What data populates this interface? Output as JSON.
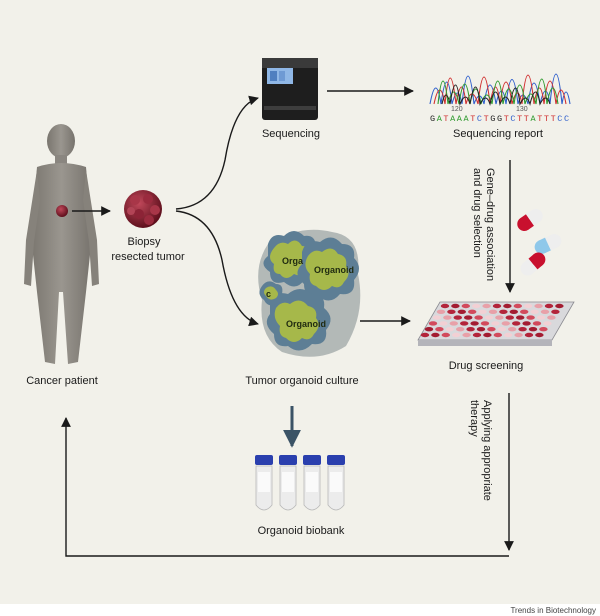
{
  "labels": {
    "sequencing": "Sequencing",
    "sequencing_report": "Sequencing report",
    "gene_drug_1": "Gene–drug association",
    "gene_drug_2": "and drug selection",
    "biopsy_1": "Biopsy",
    "biopsy_2": "resected tumor",
    "cancer_patient": "Cancer patient",
    "tumor_organoid_culture": "Tumor organoid culture",
    "drug_screening": "Drug screening",
    "applying_1": "Applying appropriate",
    "applying_2": "therapy",
    "organoid_biobank": "Organoid biobank",
    "orga_partial": "Orga",
    "organoid_1": "Organoid",
    "organoid_2": "Organoid",
    "organoid_c": "c"
  },
  "chromatogram": {
    "pos_120": "120",
    "pos_130": "130",
    "bases": [
      "G",
      "A",
      "T",
      "A",
      "A",
      "A",
      "T",
      "C",
      "T",
      "G",
      "G",
      "T",
      "C",
      "T",
      "T",
      "A",
      "T",
      "T",
      "T",
      "C",
      "C"
    ]
  },
  "colors": {
    "A": "#2e9a2e",
    "T": "#d03030",
    "G": "#222222",
    "C": "#2f5fcc",
    "organoid_fill": "#a6b84a",
    "organoid_shell": "#5d7e95",
    "tumor": "#8a1f2f",
    "body": "#8a8680",
    "cap": "#2a3fae"
  },
  "credit": "Trends in Biotechnology"
}
